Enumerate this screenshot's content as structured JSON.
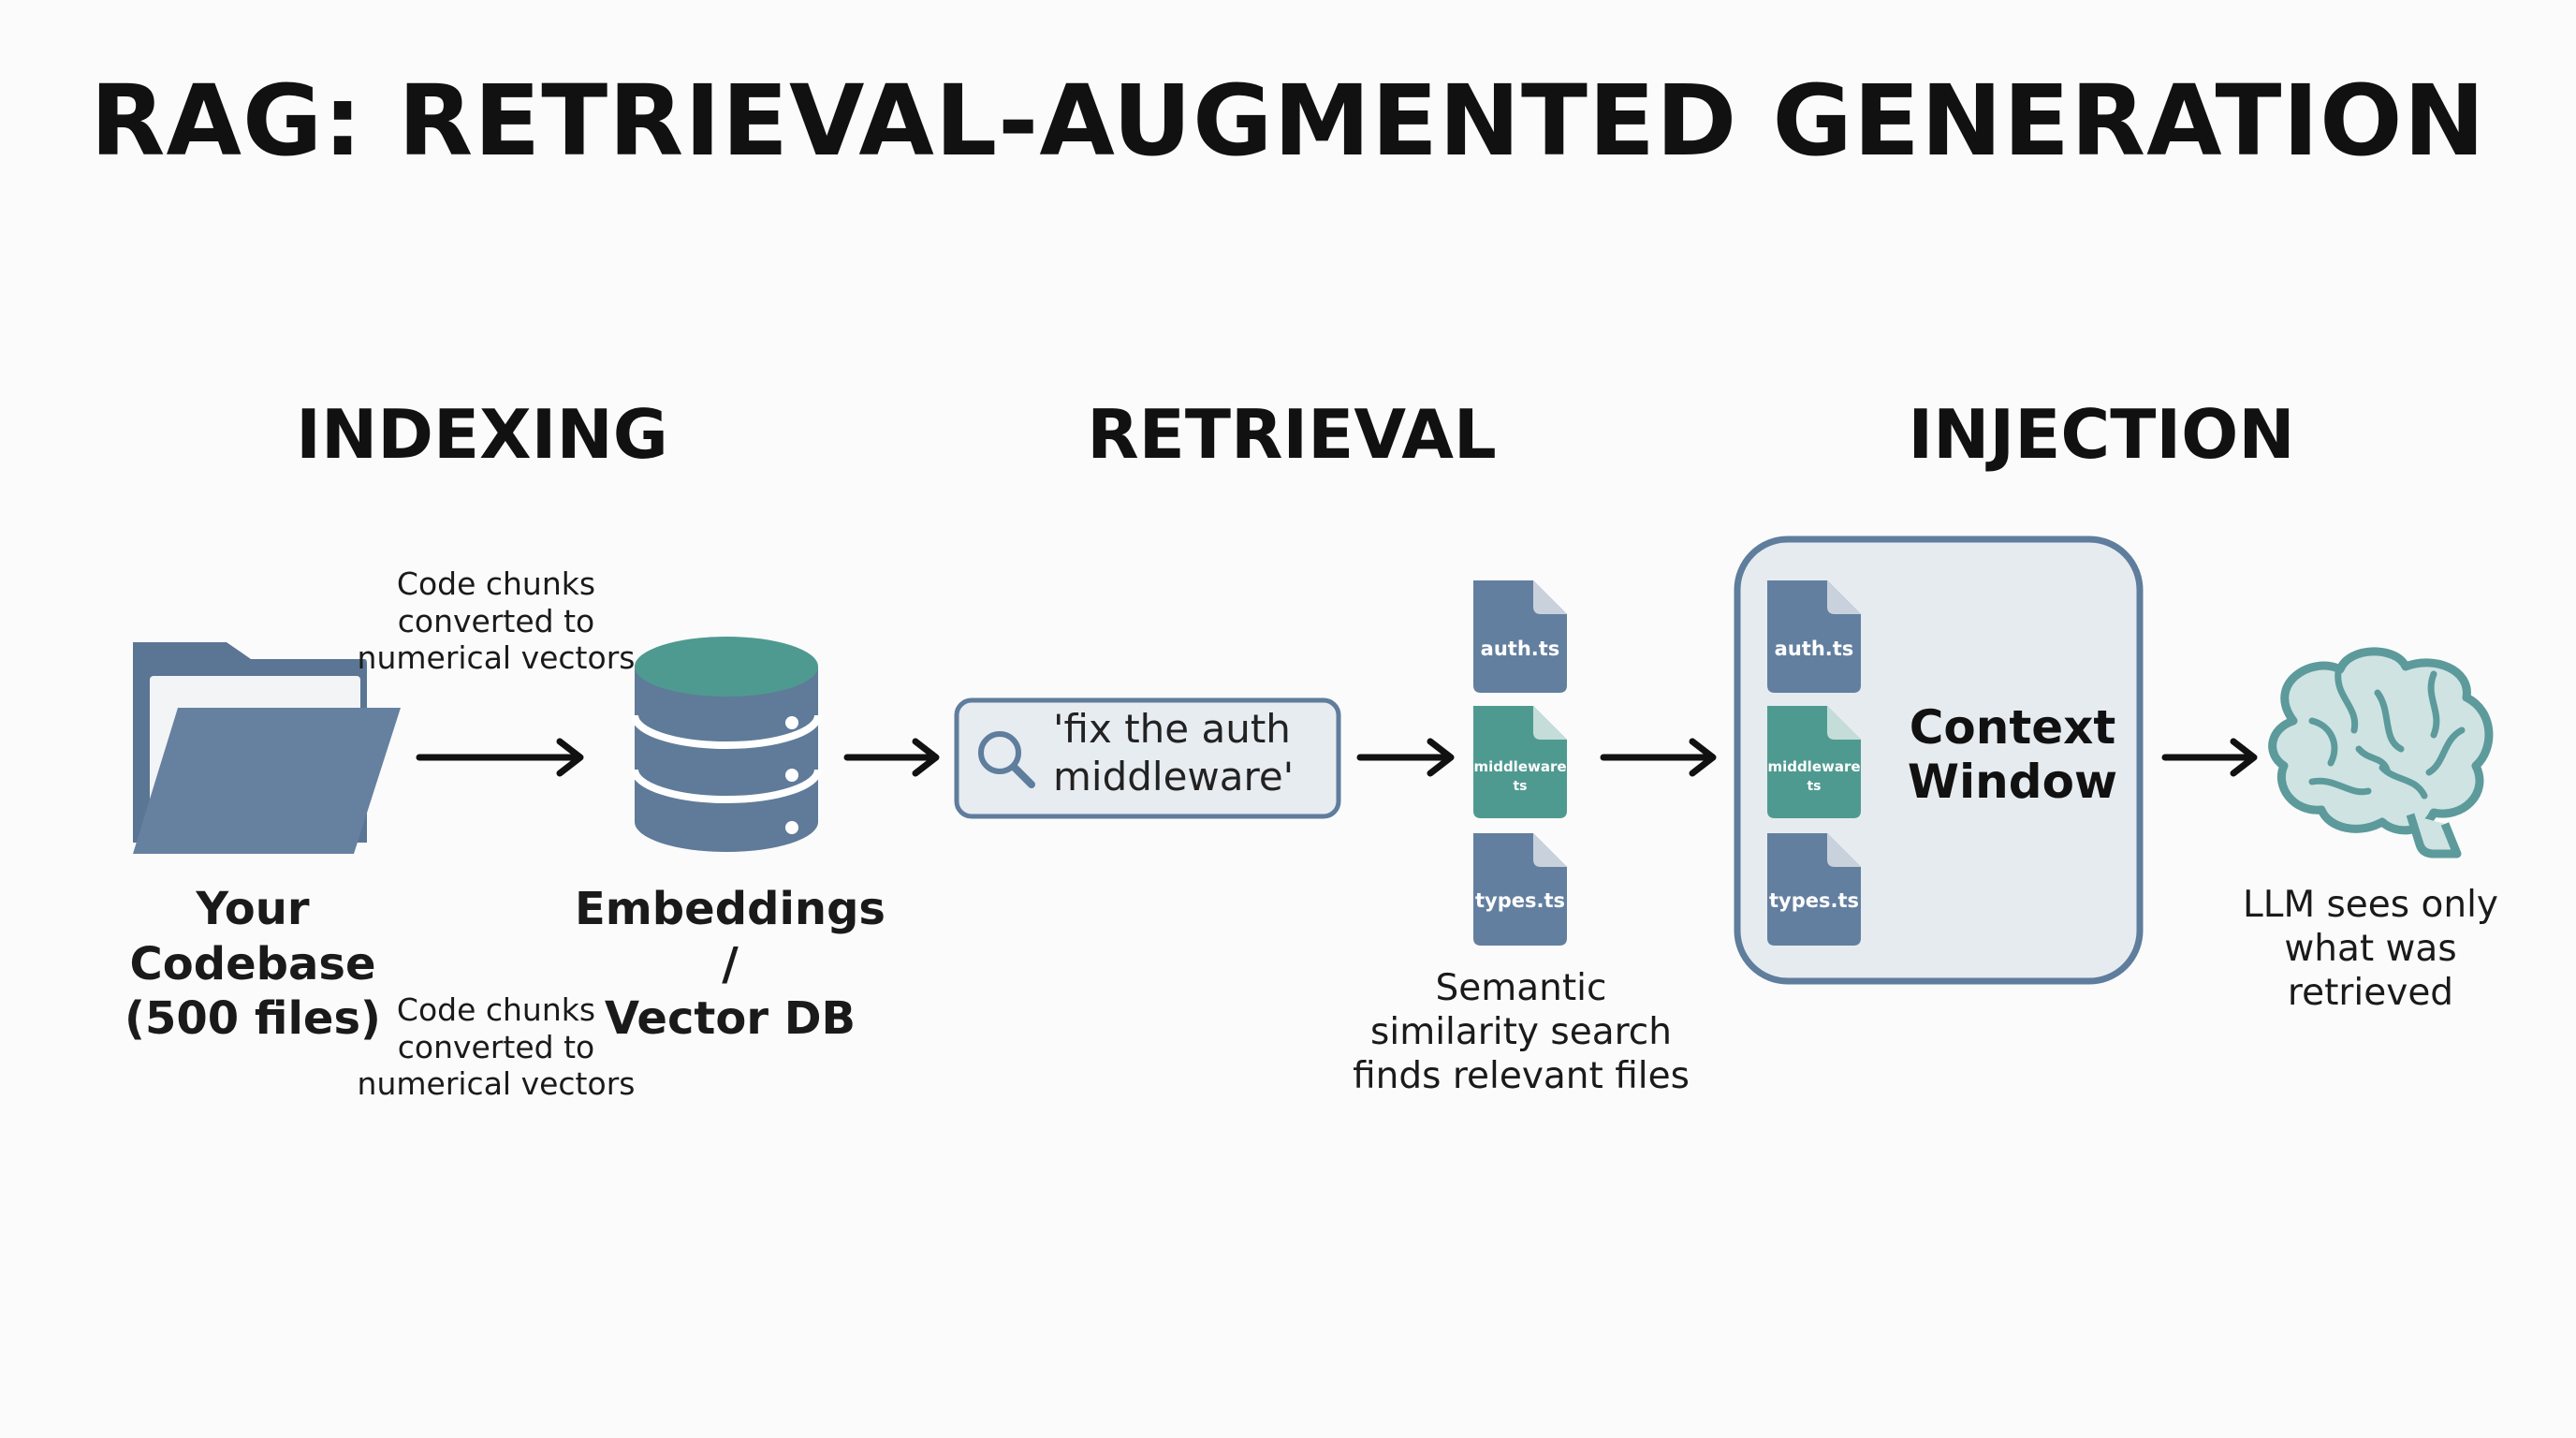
{
  "title": "RAG: RETRIEVAL-AUGMENTED GENERATION",
  "sections": {
    "indexing": "INDEXING",
    "retrieval": "RETRIEVAL",
    "injection": "INJECTION"
  },
  "indexing": {
    "note_top": "Code chunks converted to numerical vectors",
    "note_bottom": "Code chunks converted to numerical vectors",
    "codebase_line1": "Your Codebase",
    "codebase_line2": "(500 files)",
    "db_line1": "Embeddings /",
    "db_line2": "Vector DB"
  },
  "retrieval": {
    "query_line1": "'fix the auth",
    "query_line2": "middleware'",
    "files": [
      "auth.ts",
      "middleware ts",
      "types.ts"
    ],
    "caption": "Semantic similarity search finds relevant files"
  },
  "injection": {
    "context_line1": "Context",
    "context_line2": "Window",
    "files": [
      "auth.ts",
      "middleware ts",
      "types.ts"
    ],
    "llm_caption": "LLM sees only what was retrieved"
  },
  "colors": {
    "slate": "#627d9c",
    "teal": "#4f9a90",
    "brain": "#5d9a9b",
    "panel": "#e6ebf0",
    "panel_border": "#5f7d9c"
  },
  "icons": [
    "folder-icon",
    "database-icon",
    "search-icon",
    "file-icon",
    "brain-icon",
    "arrow-right-icon"
  ]
}
